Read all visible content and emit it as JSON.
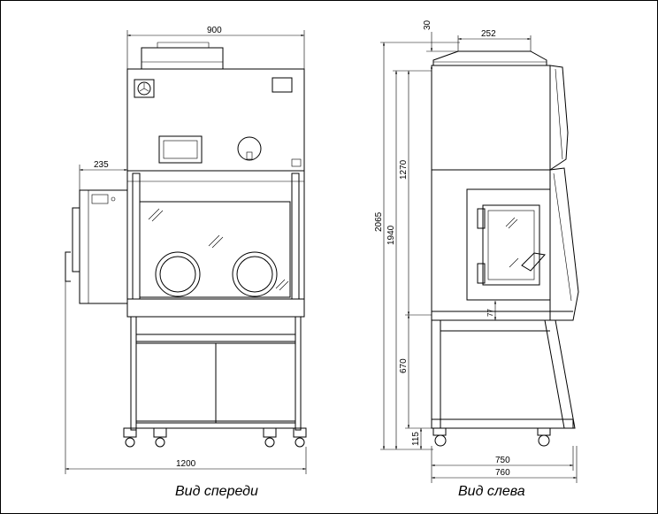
{
  "front_view": {
    "caption": "Вид спереди",
    "dims": {
      "width": "900",
      "depth_box": "235",
      "overall": "1200"
    }
  },
  "side_view": {
    "caption": "Вид слева",
    "dims": {
      "cap_height": "30",
      "cap_width": "252",
      "total_height": "2065",
      "height_1940": "1940",
      "height_1270": "1270",
      "height_670": "670",
      "wheel_height": "115",
      "gap_77": "77",
      "base_750": "750",
      "base_760": "760"
    }
  }
}
